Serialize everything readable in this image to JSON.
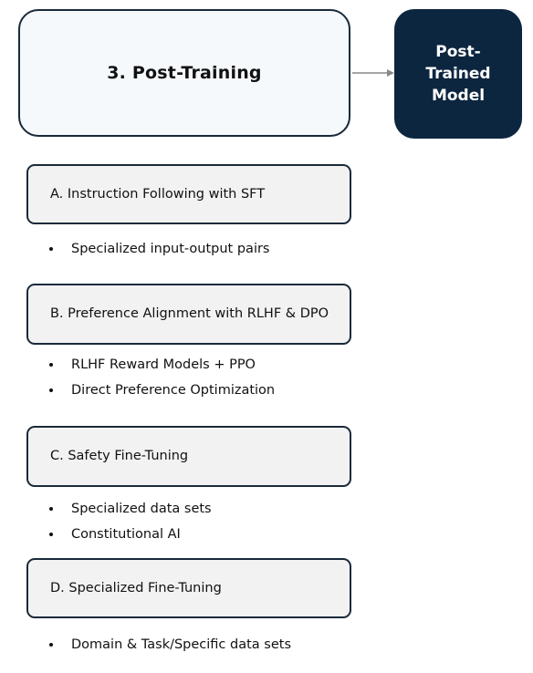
{
  "stage": {
    "title": "3. Post-Training"
  },
  "output": {
    "label": "Post-Trained Model"
  },
  "sections": [
    {
      "title": "A. Instruction Following with SFT",
      "bullets": [
        "Specialized input-output pairs"
      ]
    },
    {
      "title": "B. Preference Alignment with RLHF & DPO",
      "bullets": [
        "RLHF Reward Models + PPO",
        "Direct Preference Optimization"
      ]
    },
    {
      "title": "C. Safety Fine-Tuning",
      "bullets": [
        "Specialized data sets",
        "Constitutional AI"
      ]
    },
    {
      "title": "D. Specialized Fine-Tuning",
      "bullets": [
        "Domain & Task/Specific data sets"
      ]
    }
  ]
}
